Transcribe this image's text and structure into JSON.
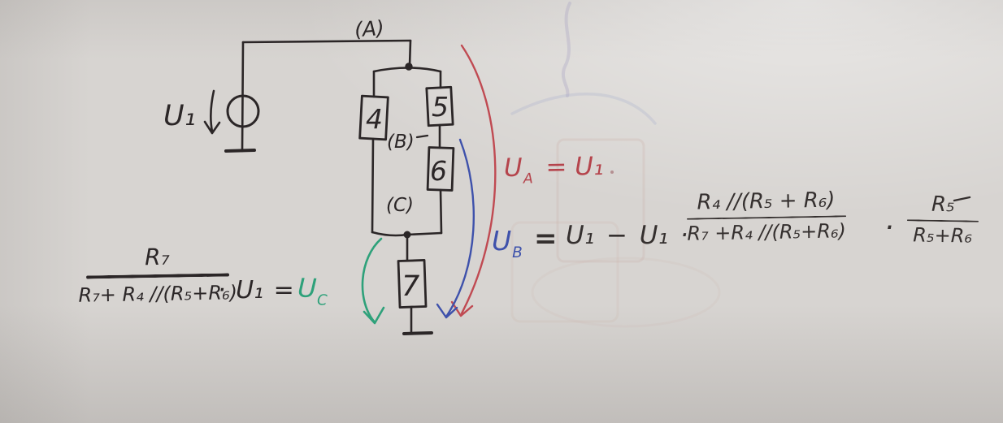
{
  "colors": {
    "paper": "#d7d4d1",
    "circuit_ink": "#2b2627",
    "equation_ink": "#35302f",
    "red": "#b5444c",
    "blue": "#3e51ab",
    "green": "#2ea17a"
  },
  "circuit": {
    "source_label": "U₁",
    "node_a": "(A)",
    "node_b": "(B)",
    "node_c": "(C)",
    "r4": "4",
    "r5": "5",
    "r6": "6",
    "r7": "7"
  },
  "formulas": {
    "ua": {
      "base": "U",
      "sub": "A",
      "rhs": "= U₁"
    },
    "ub": {
      "base": "U",
      "sub": "B",
      "equals": "=",
      "terms": "U₁ − U₁ ·",
      "frac1_num": "R₄ //(R₅ + R₆)",
      "frac1_den": "R₇ +R₄ //(R₅+R₆)",
      "times": "·",
      "frac2_num": "R₅",
      "frac2_den": "R₅+R₆"
    },
    "uc": {
      "frac_num": "R₇",
      "frac_den": "R₇+ R₄ //(R₅+R₆)",
      "terms": "· U₁ =",
      "base": "U",
      "sub": "C"
    }
  }
}
